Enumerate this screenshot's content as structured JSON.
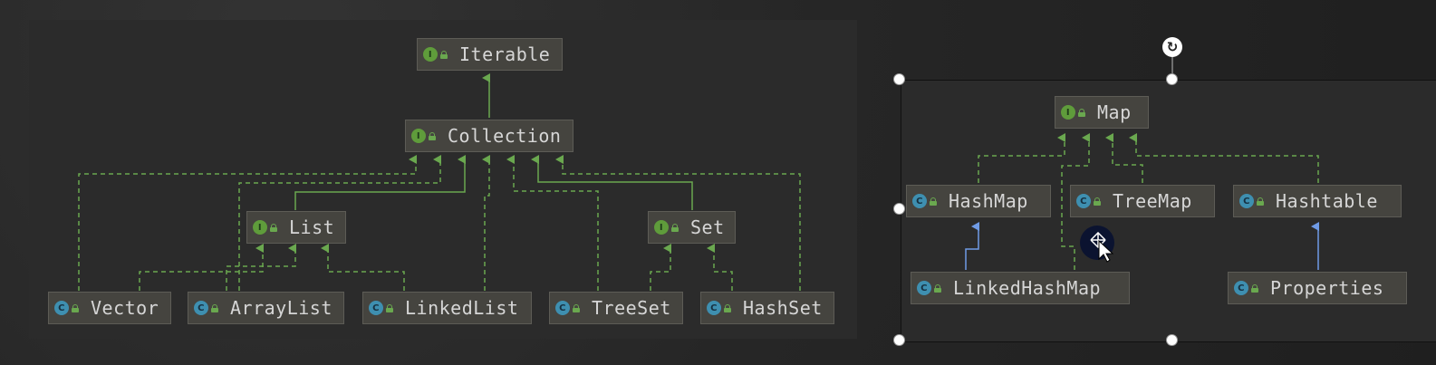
{
  "collection_diagram": {
    "nodes": {
      "iterable": {
        "label": "Iterable",
        "kind": "I"
      },
      "collection": {
        "label": "Collection",
        "kind": "I"
      },
      "list": {
        "label": "List",
        "kind": "I"
      },
      "set": {
        "label": "Set",
        "kind": "I"
      },
      "vector": {
        "label": "Vector",
        "kind": "C"
      },
      "arraylist": {
        "label": "ArrayList",
        "kind": "C"
      },
      "linkedlist": {
        "label": "LinkedList",
        "kind": "C"
      },
      "treeset": {
        "label": "TreeSet",
        "kind": "C"
      },
      "hashset": {
        "label": "HashSet",
        "kind": "C"
      }
    }
  },
  "map_diagram": {
    "nodes": {
      "map": {
        "label": "Map",
        "kind": "I"
      },
      "hashmap": {
        "label": "HashMap",
        "kind": "C"
      },
      "treemap": {
        "label": "TreeMap",
        "kind": "C"
      },
      "hashtable": {
        "label": "Hashtable",
        "kind": "C"
      },
      "linkedhashmap": {
        "label": "LinkedHashMap",
        "kind": "C"
      },
      "properties": {
        "label": "Properties",
        "kind": "C"
      }
    }
  },
  "colors": {
    "interface_badge": "#5f9c3b",
    "class_badge": "#3e8fb0",
    "implements_line": "#6aa84f",
    "extends_line": "#6f9be6",
    "node_fill": "#45443f"
  }
}
